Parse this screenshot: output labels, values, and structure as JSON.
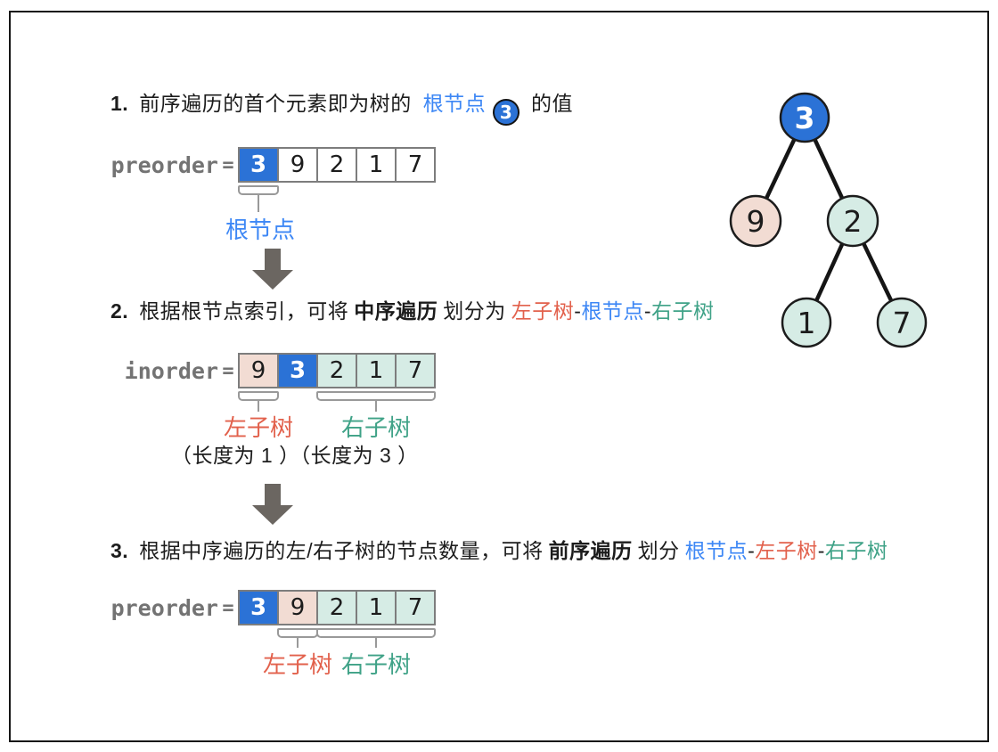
{
  "colors": {
    "ink": "#1c1c1c",
    "cell_root": "#2b72d6",
    "cell_left": "#f2dcd3",
    "cell_right": "#d6ece5",
    "text_blue": "#3d87f5",
    "text_salmon": "#e2614c",
    "text_teal": "#3fa287",
    "label_gray": "#737373",
    "arrow_gray": "#6b6661",
    "cell_border": "#7d7d7d",
    "bracket_gray": "#999999",
    "node_border": "#1c1c1c",
    "edge_black": "#151515"
  },
  "steps": {
    "step1": {
      "number": "1.",
      "text_before": "前序遍历的首个元素即为树的 ",
      "root_label": "根节点",
      "root_value": "3",
      "text_after": " 的值"
    },
    "step2": {
      "number": "2.",
      "text_a": "根据根节点索引，可将",
      "bold": "中序遍历",
      "text_b": "划分为",
      "left": "左子树",
      "dash1": "-",
      "root": "根节点",
      "dash2": "-",
      "right": "右子树"
    },
    "step3": {
      "number": "3.",
      "text_a": "根据中序遍历的左/右子树的节点数量，可将",
      "bold": "前序遍历",
      "text_b": "划分",
      "root": "根节点",
      "dash1": "-",
      "left": "左子树",
      "dash2": "-",
      "right": "右子树"
    }
  },
  "arrays": {
    "preorder1": {
      "label": "preorder",
      "equals": "=",
      "cells": [
        {
          "value": "3",
          "role": "root"
        },
        {
          "value": "9",
          "role": "plain"
        },
        {
          "value": "2",
          "role": "plain"
        },
        {
          "value": "1",
          "role": "plain"
        },
        {
          "value": "7",
          "role": "plain"
        }
      ],
      "bracket_label": "根节点"
    },
    "inorder": {
      "label": "inorder",
      "equals": "=",
      "cells": [
        {
          "value": "9",
          "role": "left"
        },
        {
          "value": "3",
          "role": "root"
        },
        {
          "value": "2",
          "role": "right"
        },
        {
          "value": "1",
          "role": "right"
        },
        {
          "value": "7",
          "role": "right"
        }
      ],
      "left_label": "左子树",
      "right_label": "右子树",
      "length_note": "（长度为 1 ）（长度为 3 ）"
    },
    "preorder2": {
      "label": "preorder",
      "equals": "=",
      "cells": [
        {
          "value": "3",
          "role": "root"
        },
        {
          "value": "9",
          "role": "left"
        },
        {
          "value": "2",
          "role": "right"
        },
        {
          "value": "1",
          "role": "right"
        },
        {
          "value": "7",
          "role": "right"
        }
      ],
      "left_label": "左子树",
      "right_label": "右子树"
    }
  },
  "tree": {
    "nodes": [
      {
        "value": "3",
        "type": "root"
      },
      {
        "value": "9",
        "type": "left-subtree"
      },
      {
        "value": "2",
        "type": "right-subtree"
      },
      {
        "value": "1",
        "type": "right-subtree"
      },
      {
        "value": "7",
        "type": "right-subtree"
      }
    ],
    "edges": [
      [
        "3",
        "9"
      ],
      [
        "3",
        "2"
      ],
      [
        "2",
        "1"
      ],
      [
        "2",
        "7"
      ]
    ]
  }
}
